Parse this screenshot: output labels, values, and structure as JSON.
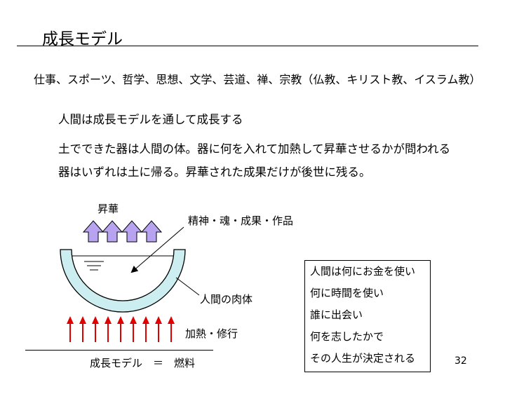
{
  "title": "成長モデル",
  "subtitle": "仕事、スポーツ、哲学、思想、文学、芸道、禅、宗教（仏教、キリスト教、イスラム教）",
  "lines": [
    "人間は成長モデルを通して成長する",
    "土でできた器は人間の体。器に何を入れて加熱して昇華させるかが問われる",
    "器はいずれは土に帰る。昇華された成果だけが後世に残る。"
  ],
  "diagram": {
    "sublimation_label": "昇華",
    "contents_label": "精神・魂・成果・作品",
    "body_label": "人間の肉体",
    "heat_label": "加熱・修行",
    "model_label": "成長モデル　＝　燃料",
    "colors": {
      "up_arrow": "#b8a3f0",
      "heat_arrow": "#e00000",
      "vessel": "#cdeef0"
    }
  },
  "box_lines": [
    "人間は何にお金を使い",
    "何に時間を使い",
    "誰に出会い",
    "何を志したかで",
    "その人生が決定される"
  ],
  "page_number": "32"
}
